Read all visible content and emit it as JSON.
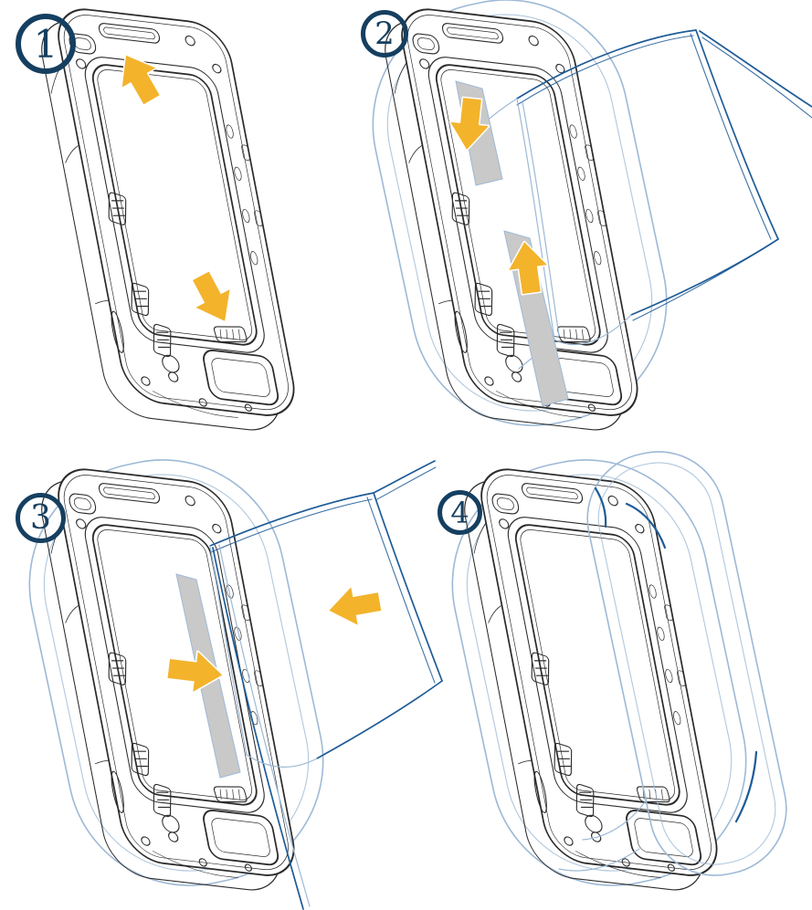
{
  "steps": [
    {
      "badge": "1",
      "icons": [
        "arrow-up-icon",
        "arrow-down-icon"
      ]
    },
    {
      "badge": "2",
      "icons": [
        "arrow-down-icon",
        "arrow-up-icon"
      ]
    },
    {
      "badge": "3",
      "icons": [
        "arrow-right-icon",
        "arrow-left-icon"
      ]
    },
    {
      "badge": "4",
      "icons": []
    }
  ],
  "colors": {
    "line": "#2b2b2b",
    "navy": "#153f60",
    "arrow": "#f3b32b",
    "arrow_outline": "#ffffff",
    "sheet_dark": "#1e5b97",
    "sheet_light": "#9db9d6",
    "strip": "#c9c9c9"
  }
}
